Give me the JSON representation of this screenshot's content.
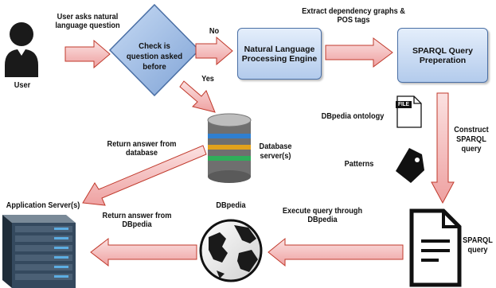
{
  "nodes": {
    "user": "User",
    "check": "Check is question asked before",
    "nlp": "Natural Language Processing Engine",
    "sparql_prep": "SPARQL Query Preperation",
    "database": "Database server(s)",
    "app_server": "Application Server(s)",
    "dbpedia": "DBpedia",
    "sparql_query": "SPARQL query"
  },
  "edges": {
    "user_asks": "User asks natural language question",
    "no": "No",
    "yes": "Yes",
    "extract": "Extract dependency graphs & POS tags",
    "construct": "Construct SPARQL query",
    "execute": "Execute query through DBpedia",
    "return_db": "Return answer from database",
    "return_dbpedia": "Return answer from DBpedia"
  },
  "resources": {
    "ontology": "DBpedia ontology",
    "patterns": "Patterns",
    "file_icon_text": "FILE"
  },
  "colors": {
    "arrow_fill": "#f4c6c6",
    "arrow_stroke": "#c0392b",
    "box_fill": "#c9dcf5",
    "diamond_fill": "#9bb9e3",
    "server_dark": "#2c3e50"
  }
}
